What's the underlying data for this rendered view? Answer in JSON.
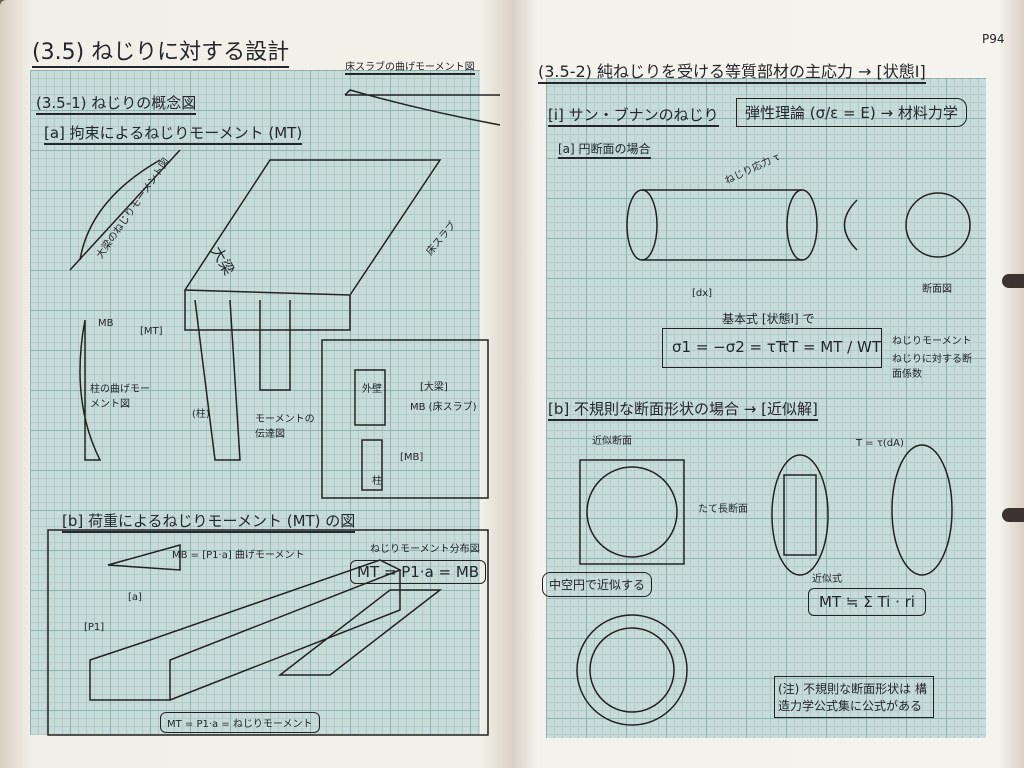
{
  "page_number": "P94",
  "left": {
    "title": "(3.5) ねじりに対する設計",
    "section1": "(3.5-1) ねじりの概念図",
    "sub_a": "[a] 拘束によるねじりモーメント (MT)",
    "slab_moment_label": "床スラブの曲げモーメント図",
    "beam_torsion_label": "大梁のねじりモーメント図",
    "big_beam": "大梁",
    "column": "(柱)",
    "floor_slab": "床スラブ",
    "mb": "MB",
    "mt": "[MT]",
    "column_moment": "柱の曲げモーメント図",
    "moment_transfer": "モーメントの伝達図",
    "outer_wall": "外壁",
    "girder_box": "[大梁]",
    "mb_slab": "MB (床スラブ)",
    "mb_box": "[MB]",
    "column_box": "柱",
    "sub_b": "[b] 荷重によるねじりモーメント (MT) の図",
    "bending_label": "MB = [P1·a] 曲げモーメント",
    "dist_label": "ねじりモーメント分布図",
    "dist_formula": "MT = P1·a = MB",
    "a_label": "[a]",
    "p_label": "[P1]",
    "bottom_formula": "MT = P1·a = ねじりモーメント"
  },
  "right": {
    "section2": "(3.5-2) 純ねじりを受ける等質部材の主応力 → [状態I]",
    "sub_i": "[i] サン・ブナンのねじり",
    "theory": "弾性理論 (σ/ε = E) → 材料力学",
    "sub_a": "[a] 円断面の場合",
    "stress_label": "ねじり応力 τ",
    "section_label": "断面図",
    "dx": "[dx]",
    "basic": "基本式 [状態I] で",
    "formula1": "σ1 = −σ2 = τT",
    "formula2": "τT = MT / WT",
    "formula_note1": "ねじりモーメント",
    "formula_note2": "ねじりに対する断面係数",
    "sub_b": "[b] 不規則な断面形状の場合 → [近似解]",
    "approx_section": "近似断面",
    "hollow": "中空円で近似する",
    "rect": "たて長断面",
    "approx_formula_label": "近似式",
    "approx_formula": "MT ≒ Σ Ti · ri",
    "tau_label": "T = τ(dA)",
    "note": "(注) 不規則な断面形状は 構造力学公式集に公式がある"
  }
}
